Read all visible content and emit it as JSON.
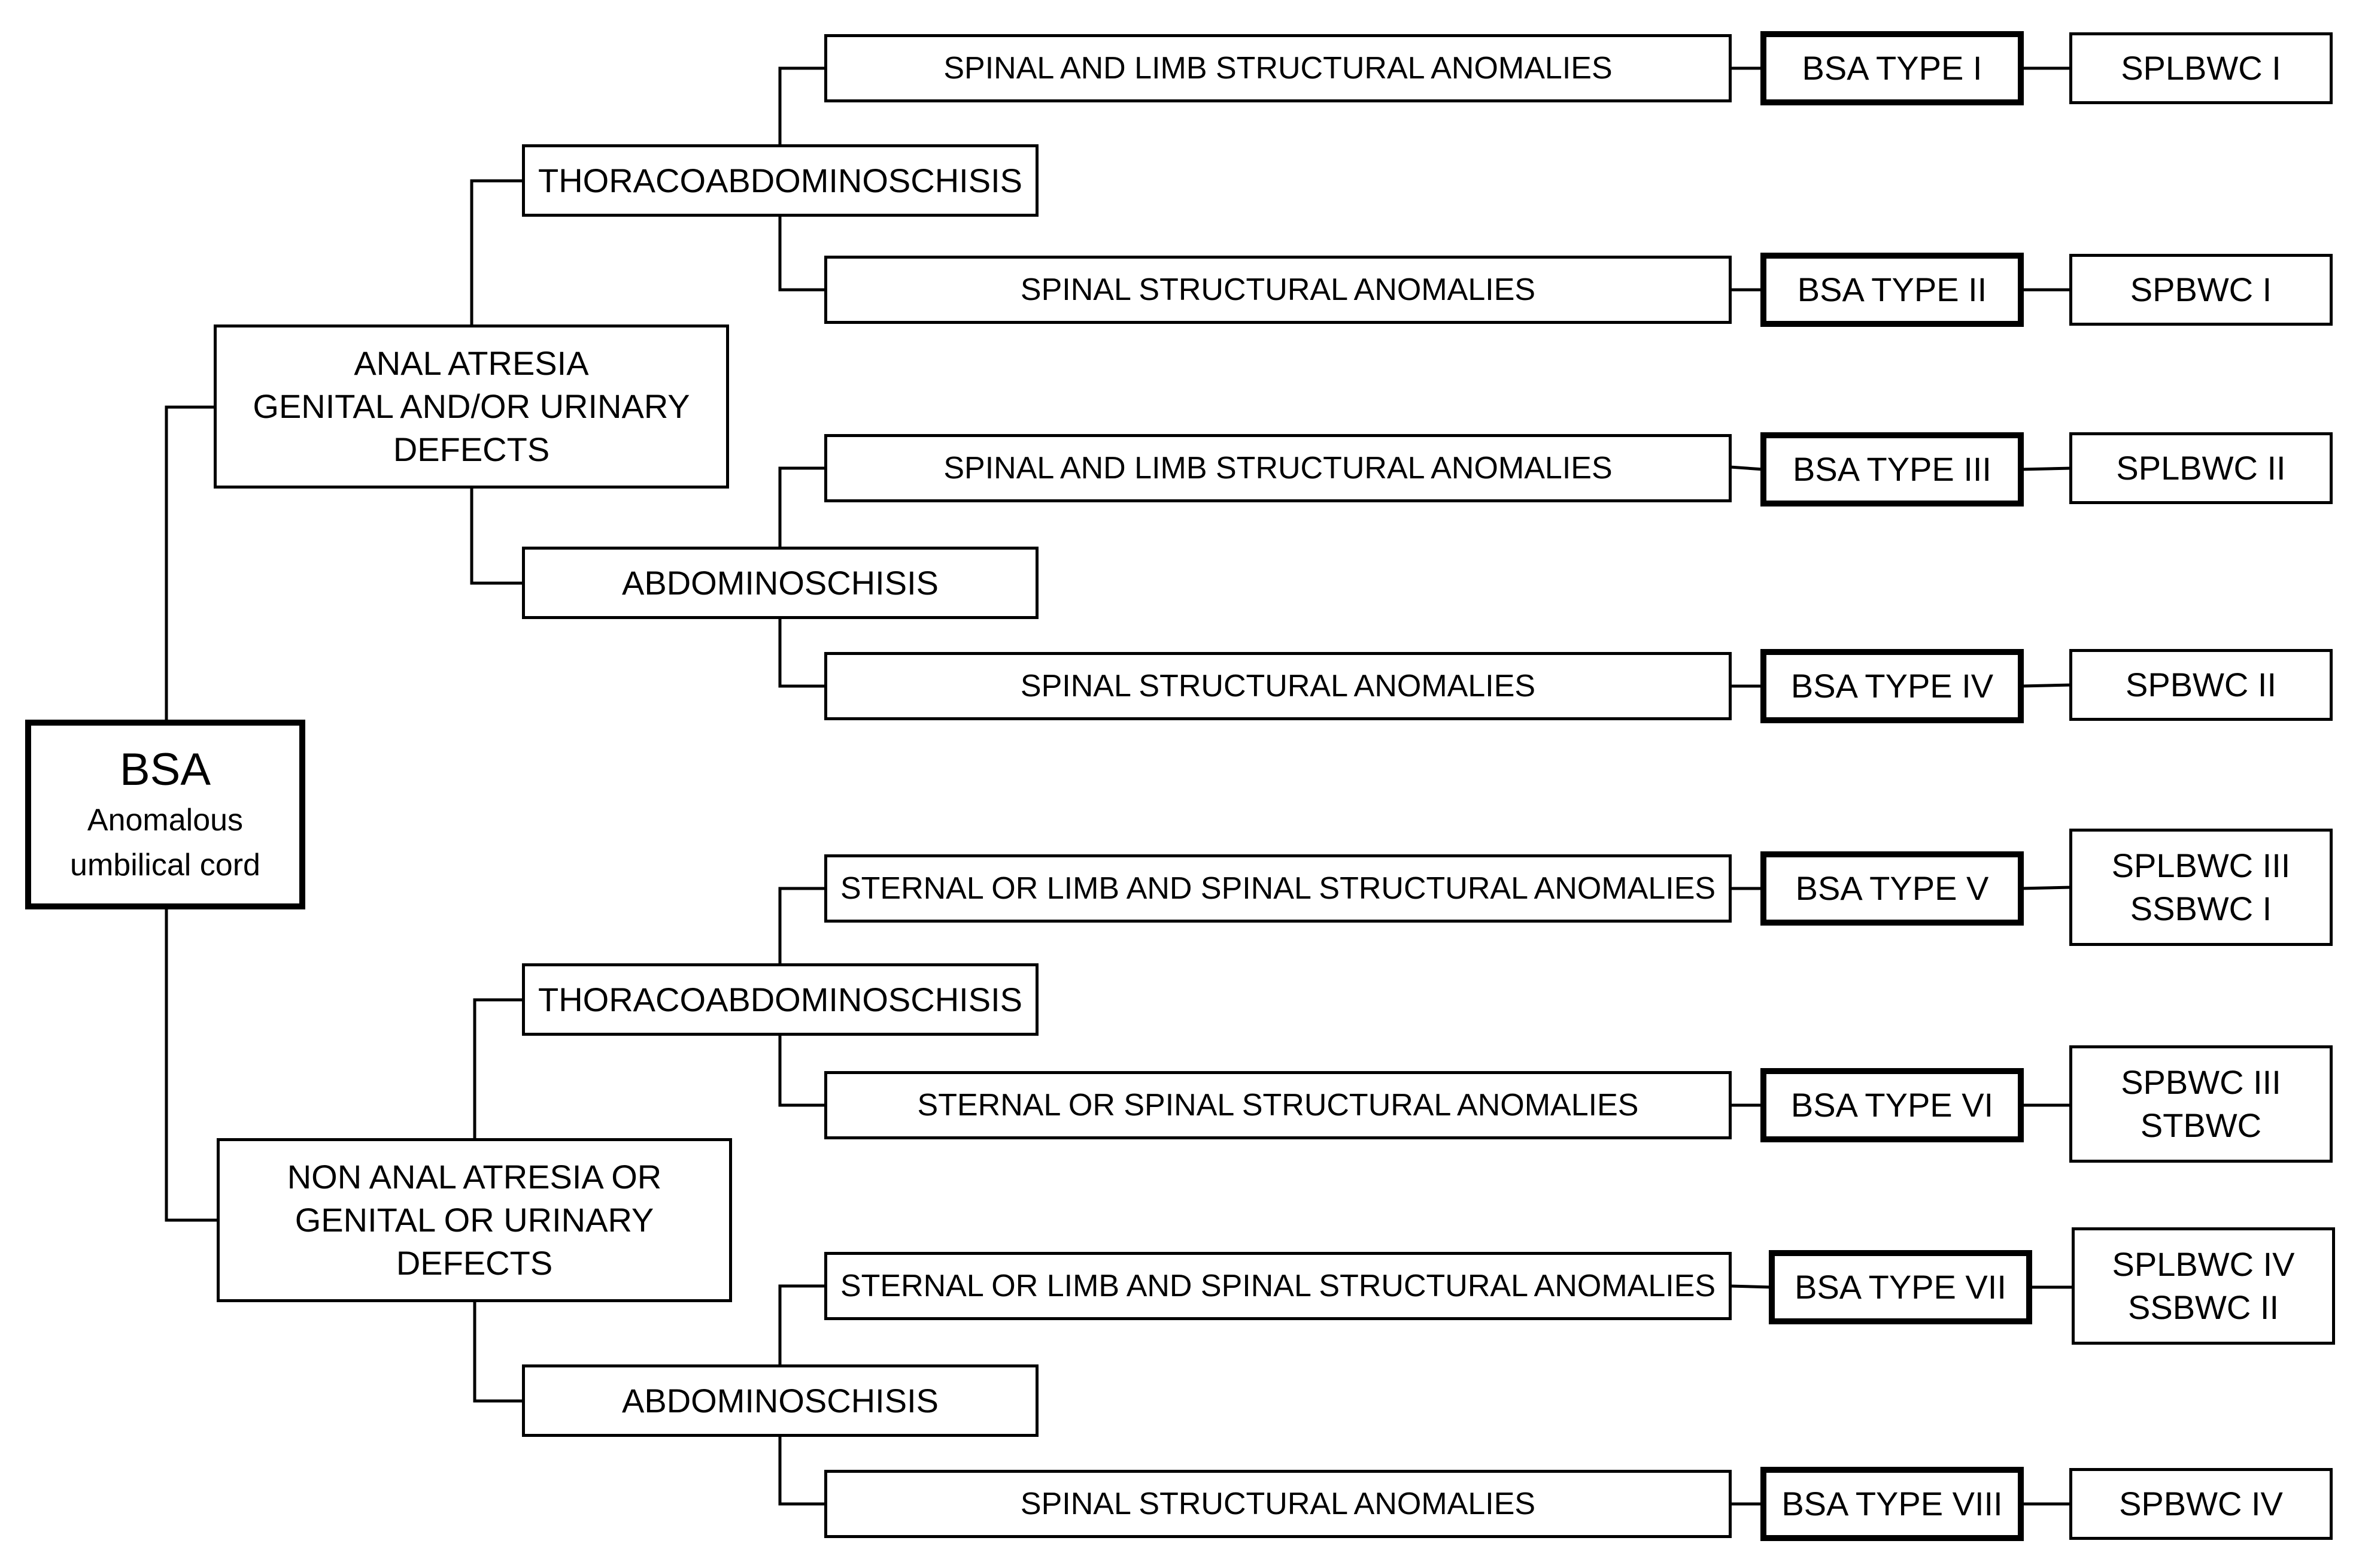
{
  "root": {
    "title": "BSA",
    "subtitle": "Anomalous\numbilical cord"
  },
  "groups": [
    {
      "label": "ANAL ATRESIA\nGENITAL AND/OR URINARY\nDEFECTS",
      "subgroups": [
        {
          "label": "THORACOABDOMINOSCHISIS",
          "rows": [
            {
              "anomaly": "SPINAL AND LIMB STRUCTURAL ANOMALIES",
              "type": "BSA TYPE I",
              "code": "SPLBWC I"
            },
            {
              "anomaly": "SPINAL STRUCTURAL ANOMALIES",
              "type": "BSA TYPE II",
              "code": "SPBWC I"
            }
          ]
        },
        {
          "label": "ABDOMINOSCHISIS",
          "rows": [
            {
              "anomaly": "SPINAL AND LIMB STRUCTURAL ANOMALIES",
              "type": "BSA TYPE III",
              "code": "SPLBWC II"
            },
            {
              "anomaly": "SPINAL STRUCTURAL ANOMALIES",
              "type": "BSA TYPE IV",
              "code": "SPBWC II"
            }
          ]
        }
      ]
    },
    {
      "label": "NON ANAL ATRESIA OR\nGENITAL OR URINARY\nDEFECTS",
      "subgroups": [
        {
          "label": "THORACOABDOMINOSCHISIS",
          "rows": [
            {
              "anomaly": "STERNAL OR LIMB AND SPINAL STRUCTURAL ANOMALIES",
              "type": "BSA TYPE V",
              "code": "SPLBWC III\nSSBWC I"
            },
            {
              "anomaly": "STERNAL OR SPINAL STRUCTURAL ANOMALIES",
              "type": "BSA TYPE VI",
              "code": "SPBWC III\nSTBWC"
            }
          ]
        },
        {
          "label": "ABDOMINOSCHISIS",
          "rows": [
            {
              "anomaly": "STERNAL OR LIMB AND SPINAL STRUCTURAL ANOMALIES",
              "type": "BSA TYPE VII",
              "code": "SPLBWC IV\nSSBWC II"
            },
            {
              "anomaly": "SPINAL STRUCTURAL ANOMALIES",
              "type": "BSA TYPE VIII",
              "code": "SPBWC IV"
            }
          ]
        }
      ]
    }
  ]
}
